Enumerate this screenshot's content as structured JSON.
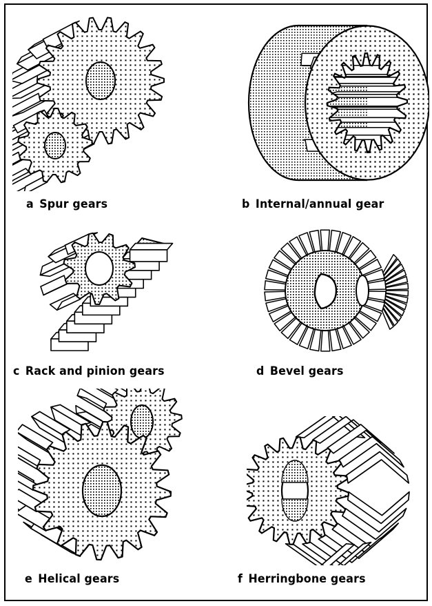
{
  "figure": {
    "border_color": "#000000",
    "background_color": "#ffffff",
    "ink_color": "#000000",
    "shading_style": "stippled dot pattern"
  },
  "panels": [
    {
      "id": "a",
      "index_label": "a",
      "caption": "Spur gears",
      "illustration": "spur-gears-illustration",
      "description": "Two meshing spur gears in isometric view with straight teeth"
    },
    {
      "id": "b",
      "index_label": "b",
      "caption": "Internal/annual gear",
      "illustration": "internal-annular-gear-illustration",
      "description": "Annular ring gear with teeth cut on the inner bore"
    },
    {
      "id": "c",
      "index_label": "c",
      "caption": "Rack and pinion gears",
      "illustration": "rack-and-pinion-illustration",
      "description": "Inclined toothed rack driven by a small pinion gear"
    },
    {
      "id": "d",
      "index_label": "d",
      "caption": "Bevel gears",
      "illustration": "bevel-gears-illustration",
      "description": "Conical bevel gear meshing with a second bevel gear at right angles"
    },
    {
      "id": "e",
      "index_label": "e",
      "caption": "Helical gears",
      "illustration": "helical-gears-illustration",
      "description": "Two meshing gears with angled helical teeth"
    },
    {
      "id": "f",
      "index_label": "f",
      "caption": "Herringbone gears",
      "illustration": "herringbone-gears-illustration",
      "description": "Single gear with V-shaped double-helical herringbone teeth"
    }
  ]
}
